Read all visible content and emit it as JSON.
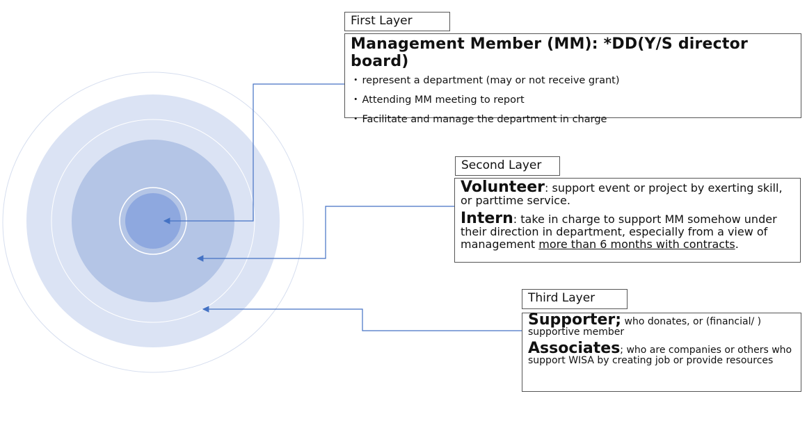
{
  "diagram": {
    "layers": [
      {
        "label": "First Layer",
        "heading": "Management Member (MM): *DD(Y/S director board)",
        "bullets": [
          "represent a department (may or not receive grant)",
          "Attending MM meeting to report",
          "Facilitate and manage the department in charge"
        ]
      },
      {
        "label": "Second Layer",
        "entries": [
          {
            "term": "Volunteer",
            "text": ": support event or project by exerting skill, or parttime service."
          },
          {
            "term": "Intern",
            "text_before": ": take in charge to support MM somehow under their direction in department, especially from a view of management ",
            "text_underlined": "more than 6 months with contracts",
            "text_after": "."
          }
        ]
      },
      {
        "label": "Third Layer",
        "entries": [
          {
            "term": "Supporter;",
            "text": " who donates, or (financial/ ) supportive member"
          },
          {
            "term": "Associates",
            "text": "; who are companies or others who support WISA by creating job or provide resources"
          }
        ]
      }
    ],
    "colors": {
      "outer": "#dbe3f4",
      "middle": "#b4c5e6",
      "inner": "#8ea8df",
      "connector": "#4472c4",
      "box_border": "#555555"
    }
  }
}
